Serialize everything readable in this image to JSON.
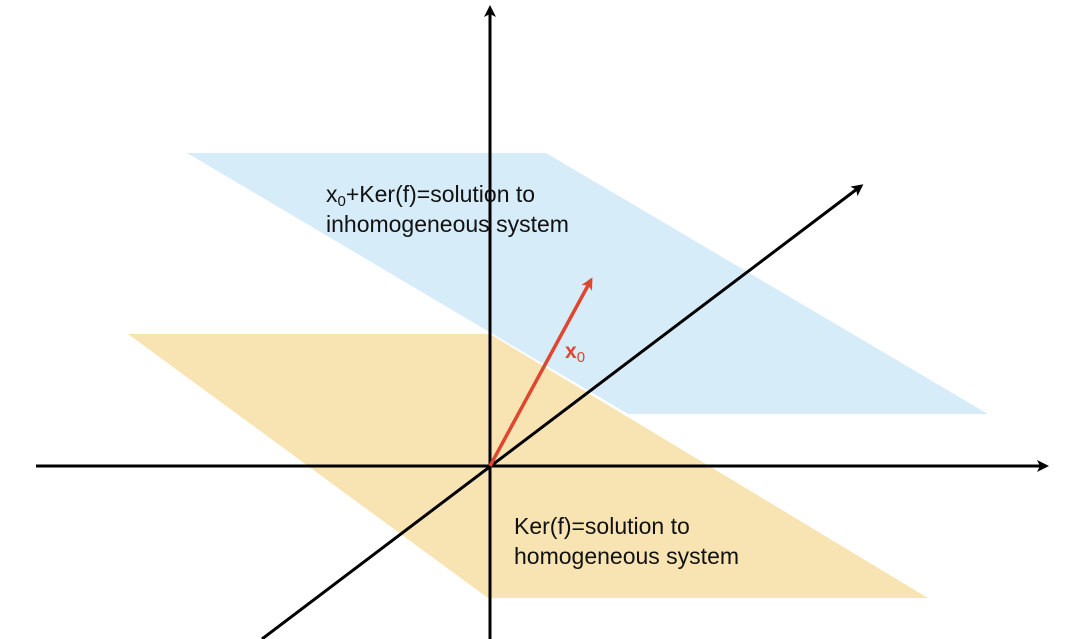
{
  "colors": {
    "inhomogeneous_plane": "#cce7f7",
    "homogeneous_plane": "#f6dfa4",
    "axis": "#000000",
    "vector": "#e0452f",
    "text": "#111111"
  },
  "planes": {
    "inhomogeneous": {
      "label_line1_main": "x",
      "label_line1_sub": "0",
      "label_line1_rest": "+Ker(f)=solution to",
      "label_line2": "inhomogeneous system"
    },
    "homogeneous": {
      "label_line1": "Ker(f)=solution to",
      "label_line2": "homogeneous system"
    }
  },
  "vector": {
    "label_main": "x",
    "label_sub": "0"
  }
}
